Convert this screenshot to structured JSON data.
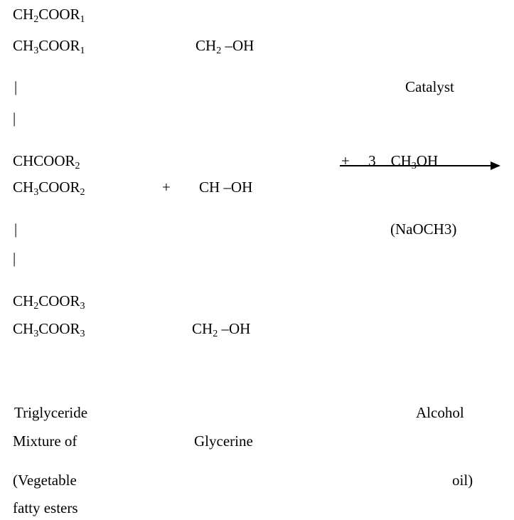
{
  "left_rows": [
    {
      "base": "CH",
      "sub1": "2",
      "mid": "COOR",
      "sub2": "1"
    },
    {
      "base": "CH",
      "sub1": "3",
      "mid": "COOR",
      "sub2": "1"
    },
    {
      "base": "CHCOOR",
      "sub1": "",
      "mid": "",
      "sub2": "2"
    },
    {
      "base": "CH",
      "sub1": "3",
      "mid": "COOR",
      "sub2": "2"
    },
    {
      "base": "CH",
      "sub1": "2",
      "mid": "COOR",
      "sub2": "3"
    },
    {
      "base": "CH",
      "sub1": "3",
      "mid": "COOR",
      "sub2": "3"
    }
  ],
  "glycerol": {
    "top": {
      "pre": "CH",
      "sub": "2",
      "post": " –OH"
    },
    "middle": "CH –OH",
    "bottom": {
      "pre": "CH",
      "sub": "2",
      "post": " –OH"
    }
  },
  "vertical_bar": "|",
  "plus": "+",
  "reagent": {
    "plus": "+",
    "coefficient": "3",
    "formula_pre": "CH",
    "formula_sub": "3",
    "formula_post": "OH"
  },
  "catalyst": {
    "label": "Catalyst",
    "name": "(NaOCH3)"
  },
  "captions": {
    "triglyceride": "Triglyceride",
    "alcohol": "Alcohol",
    "mixture_of": "Mixture of",
    "glycerine": "Glycerine",
    "vegetable": "(Vegetable",
    "oil": "oil)",
    "fatty_esters": "fatty esters"
  }
}
